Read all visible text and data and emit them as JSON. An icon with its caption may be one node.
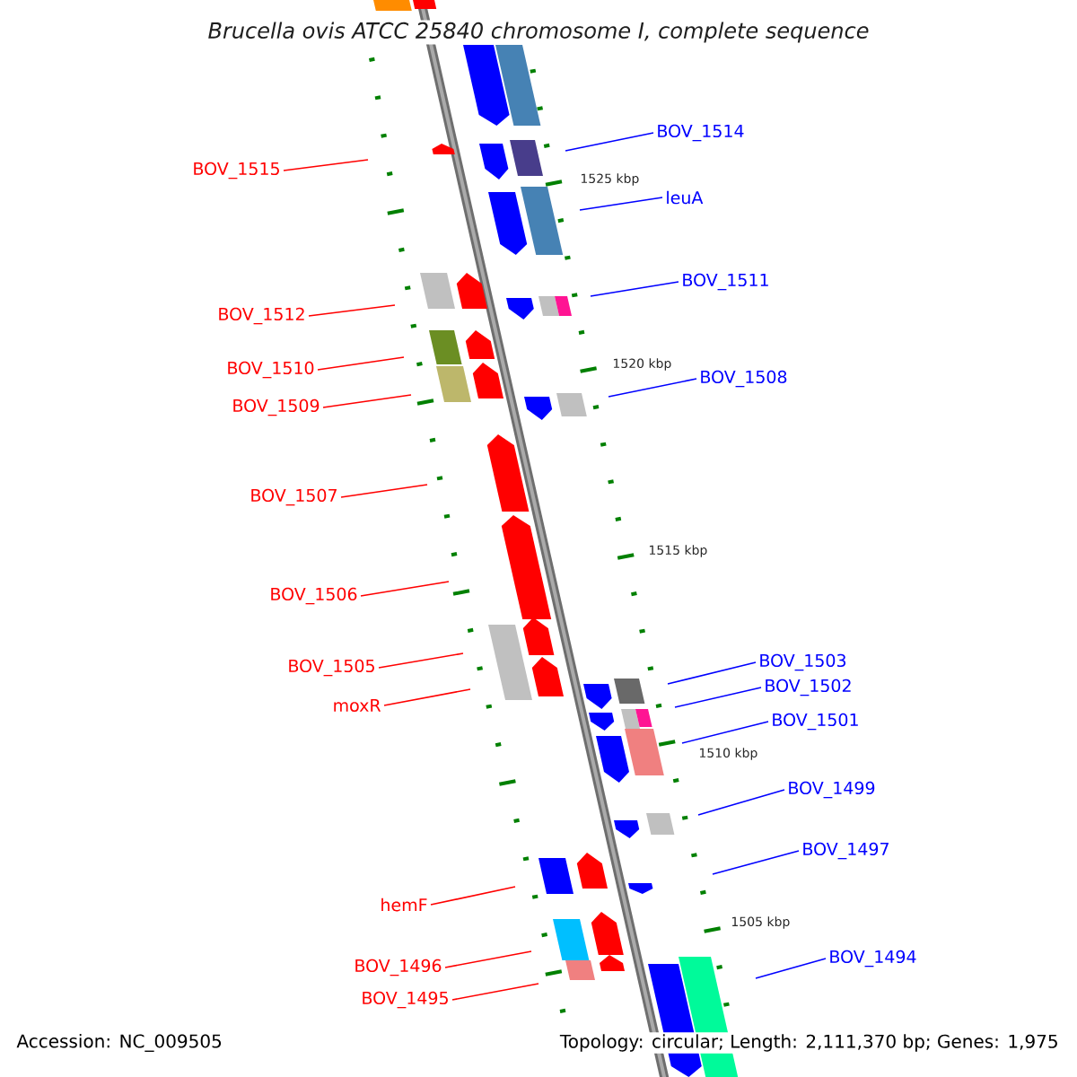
{
  "diagram": {
    "title": "Brucella ovis ATCC 25840 chromosome I, complete sequence",
    "nodes": [
      {
        "text": [
          "BOV_1514"
        ]
      },
      {
        "text": [
          "BOV_1515"
        ]
      },
      {
        "text": [
          "leuA"
        ]
      },
      {
        "text": [
          "BOV_1511"
        ]
      },
      {
        "text": [
          "BOV_1512"
        ]
      },
      {
        "text": [
          "BOV_1510"
        ]
      },
      {
        "text": [
          "BOV_1508"
        ]
      },
      {
        "text": [
          "BOV_1509"
        ]
      },
      {
        "text": [
          "BOV_1507"
        ]
      },
      {
        "text": [
          "BOV_1506"
        ]
      },
      {
        "text": [
          "BOV_1503"
        ]
      },
      {
        "text": [
          "BOV_1505"
        ]
      },
      {
        "text": [
          "BOV_1502"
        ]
      },
      {
        "text": [
          "moxR"
        ]
      },
      {
        "text": [
          "BOV_1501"
        ]
      },
      {
        "text": [
          "BOV_1499"
        ]
      },
      {
        "text": [
          "BOV_1497"
        ]
      },
      {
        "text": [
          "hemF"
        ]
      },
      {
        "text": [
          "BOV_1494"
        ]
      },
      {
        "text": [
          "BOV_1496"
        ]
      },
      {
        "text": [
          "BOV_1495"
        ]
      }
    ],
    "edges": [
      {
        "from": 0,
        "to": null,
        "arrow": "none",
        "color": "#0000ff"
      },
      {
        "from": 1,
        "to": null,
        "arrow": "none",
        "color": "#ff0000"
      },
      {
        "from": 2,
        "to": null,
        "arrow": "none",
        "color": "#0000ff"
      },
      {
        "from": 3,
        "to": null,
        "arrow": "none",
        "color": "#0000ff"
      },
      {
        "from": 4,
        "to": null,
        "arrow": "none",
        "color": "#ff0000"
      },
      {
        "from": 5,
        "to": null,
        "arrow": "none",
        "color": "#ff0000"
      },
      {
        "from": 6,
        "to": null,
        "arrow": "none",
        "color": "#0000ff"
      },
      {
        "from": 7,
        "to": null,
        "arrow": "none",
        "color": "#ff0000"
      },
      {
        "from": 8,
        "to": null,
        "arrow": "none",
        "color": "#ff0000"
      },
      {
        "from": 9,
        "to": null,
        "arrow": "none",
        "color": "#ff0000"
      },
      {
        "from": 10,
        "to": null,
        "arrow": "none",
        "color": "#0000ff"
      },
      {
        "from": 11,
        "to": null,
        "arrow": "none",
        "color": "#ff0000"
      },
      {
        "from": 12,
        "to": null,
        "arrow": "none",
        "color": "#0000ff"
      },
      {
        "from": 13,
        "to": null,
        "arrow": "none",
        "color": "#ff0000"
      },
      {
        "from": 14,
        "to": null,
        "arrow": "none",
        "color": "#0000ff"
      },
      {
        "from": 15,
        "to": null,
        "arrow": "none",
        "color": "#0000ff"
      },
      {
        "from": 16,
        "to": null,
        "arrow": "none",
        "color": "#0000ff"
      },
      {
        "from": 17,
        "to": null,
        "arrow": "none",
        "color": "#ff0000"
      },
      {
        "from": 18,
        "to": null,
        "arrow": "none",
        "color": "#0000ff"
      },
      {
        "from": 19,
        "to": null,
        "arrow": "none",
        "color": "#ff0000"
      },
      {
        "from": 20,
        "to": null,
        "arrow": "none",
        "color": "#ff0000"
      }
    ],
    "labels": [
      "1525 kbp",
      "1520 kbp",
      "1515 kbp",
      "1510 kbp",
      "1505 kbp",
      "Accession: NC_009505",
      "Topology: circular; Length: 2,111,370 bp; Genes: 1,975"
    ]
  }
}
